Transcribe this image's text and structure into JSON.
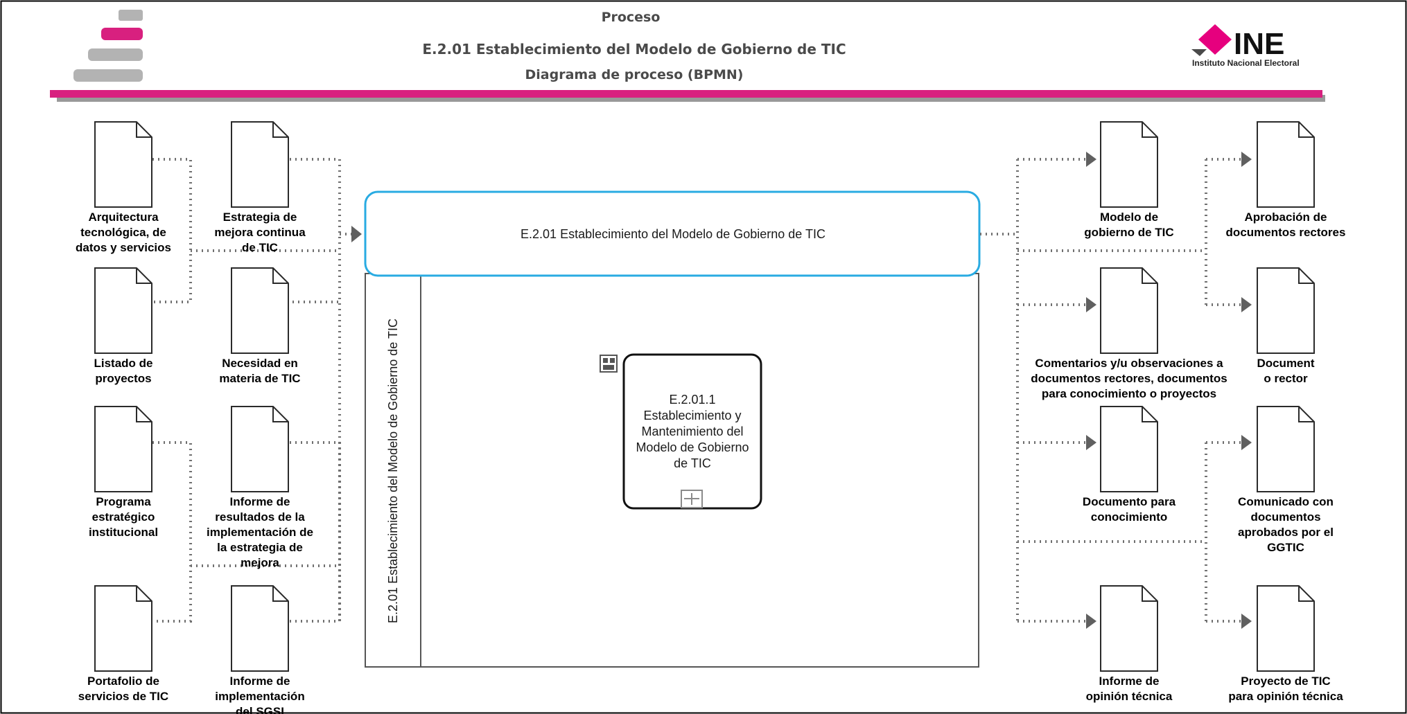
{
  "header": {
    "kind": "Proceso",
    "title": "E.2.01 Establecimiento del Modelo de Gobierno de TIC",
    "subtitle": "Diagrama de proceso (BPMN)"
  },
  "logo": {
    "brand": "INE",
    "tagline": "Instituto Nacional Electoral",
    "accent_color": "#e6007e"
  },
  "colors": {
    "header_bar": "#d8207f",
    "process_border": "#29abe2",
    "line": "#707070"
  },
  "process": {
    "label": "E.2.01 Establecimiento del Modelo de Gobierno de TIC",
    "pool_label": "E.2.01 Establecimiento del Modelo de Gobierno de TIC",
    "subprocess": {
      "lines": [
        "E.2.01.1",
        "Establecimiento y",
        "Mantenimiento del",
        "Modelo de Gobierno",
        "de TIC"
      ],
      "type_icon": "subprocess-type-icon",
      "marker_icon": "collapsed-subprocess-plus-icon"
    }
  },
  "inputs": [
    {
      "lines": [
        "Arquitectura",
        "tecnológica, de",
        "datos y servicios"
      ]
    },
    {
      "lines": [
        "Estrategia de",
        "mejora continua",
        "de TIC"
      ]
    },
    {
      "lines": [
        "Listado de",
        "proyectos"
      ]
    },
    {
      "lines": [
        "Necesidad en",
        "materia de TIC"
      ]
    },
    {
      "lines": [
        "Programa",
        "estratégico",
        "institucional"
      ]
    },
    {
      "lines": [
        "Informe de",
        "resultados de la",
        "implementación de",
        "la estrategia de",
        "mejora"
      ]
    },
    {
      "lines": [
        "Portafolio de",
        "servicios de TIC"
      ]
    },
    {
      "lines": [
        "Informe de",
        "implementación",
        "del SGSI"
      ]
    }
  ],
  "outputs": [
    {
      "lines": [
        "Modelo de",
        "gobierno de TIC"
      ]
    },
    {
      "lines": [
        "Aprobación de",
        "documentos rectores"
      ]
    },
    {
      "lines": [
        "Comentarios y/u observaciones a",
        "documentos rectores, documentos",
        "para conocimiento o proyectos"
      ]
    },
    {
      "lines": [
        "Document",
        "o rector"
      ]
    },
    {
      "lines": [
        "Documento para",
        "conocimiento"
      ]
    },
    {
      "lines": [
        "Comunicado con",
        "documentos",
        "aprobados por el",
        "GGTIC"
      ]
    },
    {
      "lines": [
        "Informe de",
        "opinión técnica"
      ]
    },
    {
      "lines": [
        "Proyecto de TIC",
        "para opinión técnica"
      ]
    }
  ]
}
